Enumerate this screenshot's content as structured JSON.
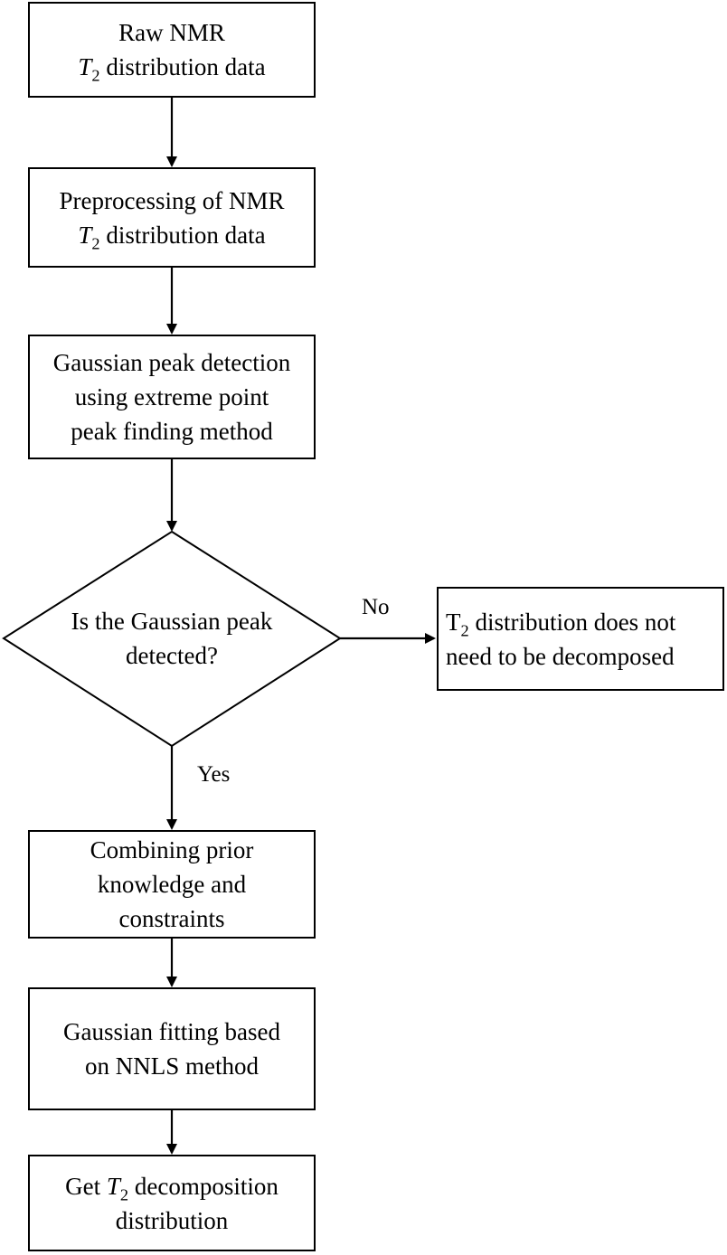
{
  "nodes": {
    "raw": {
      "line1": "Raw NMR",
      "line2_var": "T",
      "line2_sub": "2",
      "line2_rest": " distribution data"
    },
    "preprocess": {
      "line1": "Preprocessing of NMR",
      "line2_var": "T",
      "line2_sub": "2",
      "line2_rest": " distribution data"
    },
    "detect": {
      "lines": [
        "Gaussian peak detection",
        "using extreme point",
        "peak finding method"
      ]
    },
    "decision": {
      "lines": [
        "Is the Gaussian peak",
        "detected?"
      ]
    },
    "no_result": {
      "line1_var": "T",
      "line1_sub": "2",
      "line1_rest": " distribution does not",
      "line2": "need to be decomposed"
    },
    "combine": {
      "lines": [
        "Combining prior",
        "knowledge and",
        "constraints"
      ]
    },
    "fitting": {
      "lines": [
        "Gaussian fitting based",
        "on NNLS method"
      ]
    },
    "result": {
      "line1_pre": "Get ",
      "line1_var": "T",
      "line1_sub": "2",
      "line1_rest": " decomposition",
      "line2": "distribution"
    }
  },
  "edges": {
    "no_label": "No",
    "yes_label": "Yes"
  },
  "colors": {
    "stroke": "#000000",
    "background": "#ffffff"
  }
}
